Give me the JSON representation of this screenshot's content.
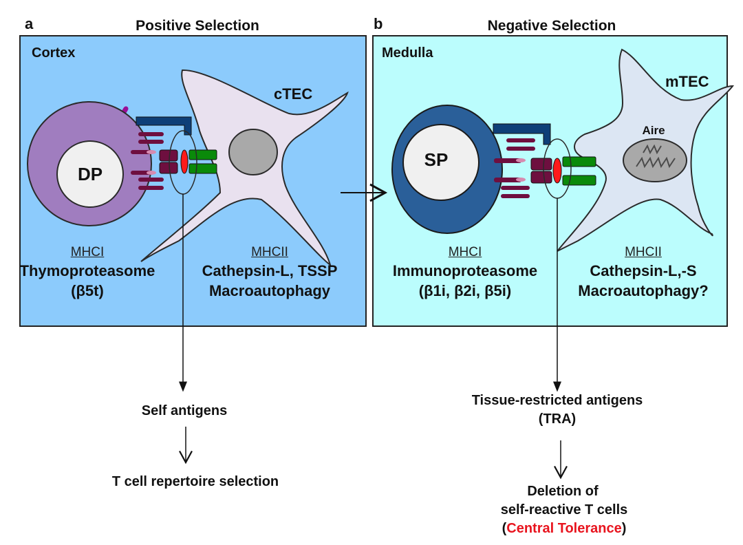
{
  "panels": [
    {
      "letter": "a",
      "title": "Positive Selection",
      "region": "Cortex",
      "background": "#8ccbfc",
      "t_cell": {
        "label": "DP",
        "color": "#a07dbf"
      },
      "epithelial_cell": {
        "label": "cTEC"
      },
      "mhc1": {
        "heading": "MHCI",
        "line1": "Thymoproteasome",
        "line2": "(β5t)"
      },
      "mhc2": {
        "heading": "MHCII",
        "line1": "Cathepsin-L, TSSP",
        "line2": "Macroautophagy"
      },
      "outcome1": "Self antigens",
      "outcome2": "T cell repertoire selection"
    },
    {
      "letter": "b",
      "title": "Negative Selection",
      "region": "Medulla",
      "background": "#bbfdfd",
      "t_cell": {
        "label": "SP",
        "color": "#2a5f99"
      },
      "epithelial_cell": {
        "label": "mTEC",
        "nucleus_label": "Aire"
      },
      "mhc1": {
        "heading": "MHCI",
        "line1": "Immunoproteasome",
        "line2": "(β1i, β2i, β5i)"
      },
      "mhc2": {
        "heading": "MHCII",
        "line1": "Cathepsin-L,-S",
        "line2": "Macroautophagy?"
      },
      "outcome1_line1": "Tissue-restricted antigens",
      "outcome1_line2": "(TRA)",
      "outcome2_line1": "Deletion of",
      "outcome2_line2": "self-reactive T cells",
      "outcome2_paren_open": "(",
      "outcome2_highlight": "Central Tolerance",
      "outcome2_paren_close": ")",
      "highlight_color": "#e8141e"
    }
  ],
  "colors": {
    "tcr_dark": "#0e3f78",
    "mhc_maroon": "#6e0f3f",
    "peptide_red": "#ff1a1a",
    "mhc_green": "#0a8a0a",
    "coreceptor_purple": "#9a0f96",
    "tec_fill": "#e9e1ef",
    "mtec_fill": "#dce6f3",
    "nucleus_gray": "#a9a9a9"
  }
}
